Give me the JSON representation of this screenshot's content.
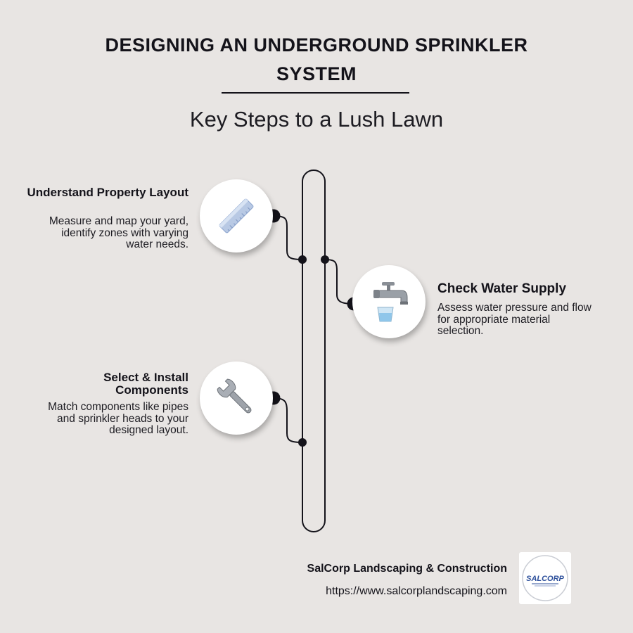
{
  "header": {
    "title": "DESIGNING AN UNDERGROUND SPRINKLER SYSTEM",
    "subtitle": "Key Steps to a Lush Lawn"
  },
  "steps": [
    {
      "title": "Understand Property Layout",
      "description": "Measure and map your yard, identify zones with varying water needs.",
      "icon": "ruler-icon"
    },
    {
      "title": "Check Water Supply",
      "description": "Assess water pressure and flow for appropriate material selection.",
      "icon": "faucet-icon"
    },
    {
      "title": "Select & Install Components",
      "description": "Match components like pipes and sprinkler heads to your designed layout.",
      "icon": "wrench-icon"
    }
  ],
  "footer": {
    "company": "SalCorp Landscaping & Construction",
    "url": "https://www.salcorplandscaping.com",
    "logo_text": "SALCORP"
  },
  "colors": {
    "background": "#e8e5e3",
    "ink": "#14131a",
    "logo_blue": "#2c4f9b"
  }
}
